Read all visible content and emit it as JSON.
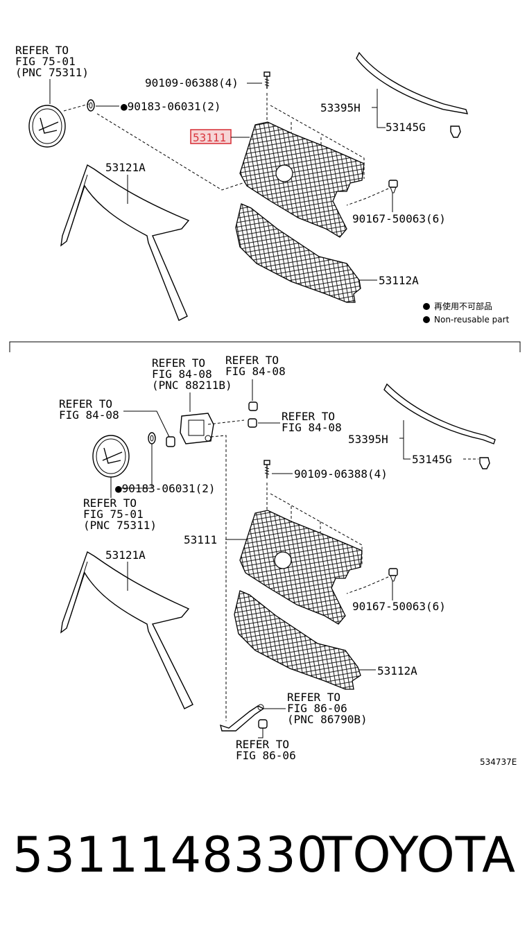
{
  "top_panel": {
    "refer_emblem": [
      "REFER TO",
      "FIG 75-01",
      "(PNC 75311)"
    ],
    "bolt_label": "90109-06388(4)",
    "clip_label": "●90183-06031(2)",
    "molding_label": "53395H",
    "molding_clip_label": "53145G",
    "grille_label": "53111",
    "frame_label": "53121A",
    "screw_label": "90167-50063(6)",
    "lower_grille_label": "53112A",
    "legend_cn": "再使用不可部品",
    "legend_en": "Non-reusable part"
  },
  "bottom_panel": {
    "refer_sensor": [
      "REFER TO",
      "FIG 84-08",
      "(PNC 88211B)"
    ],
    "refer_sensor_b": [
      "REFER TO",
      "FIG 84-08"
    ],
    "refer_nut_left": [
      "REFER TO",
      "FIG 84-08"
    ],
    "refer_nut_right": [
      "REFER TO",
      "FIG 84-08"
    ],
    "molding_label": "53395H",
    "molding_clip_label": "53145G",
    "bolt_label": "90109-06388(4)",
    "clip_label": "●90183-06031(2)",
    "refer_emblem": [
      "REFER TO",
      "FIG 75-01",
      "(PNC 75311)"
    ],
    "grille_label": "53111",
    "frame_label": "53121A",
    "screw_label": "90167-50063(6)",
    "lower_grille_label": "53112A",
    "refer_harness": [
      "REFER TO",
      "FIG 86-06",
      "(PNC 86790B)"
    ],
    "refer_harness_b": [
      "REFER TO",
      "FIG 86-06"
    ],
    "diagram_code": "534737E"
  },
  "footer": {
    "part_number": "5311148330",
    "brand": "TOYOTA"
  },
  "colors": {
    "highlight": "#d9363e",
    "highlight_fill": "#f6d5d6",
    "ink": "#000000"
  }
}
